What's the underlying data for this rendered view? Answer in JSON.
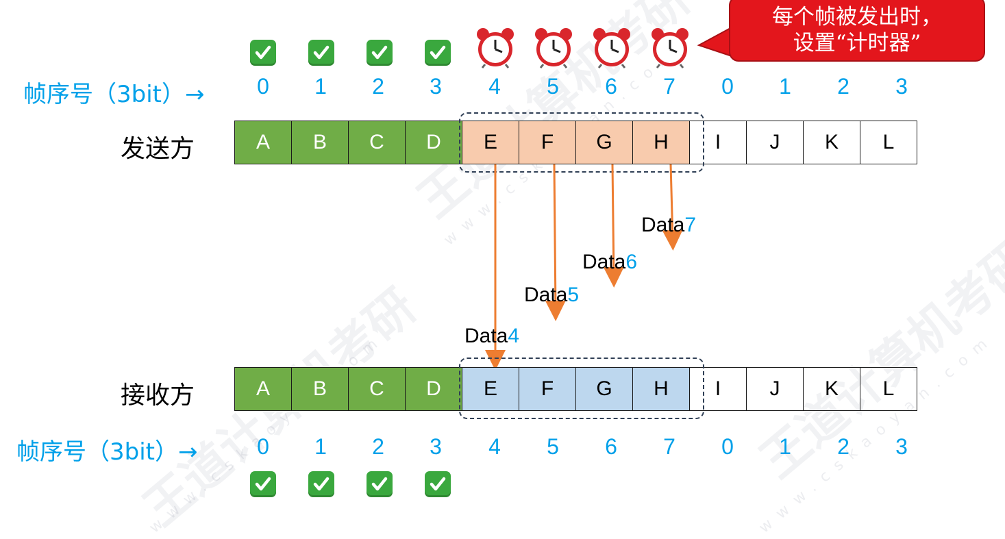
{
  "callout": {
    "line1": "每个帧被发出时，",
    "line2": "设置“计时器”"
  },
  "sender": {
    "seq_label": "帧序号（3bit）→",
    "side_label": "发送方",
    "numbers": [
      "0",
      "1",
      "2",
      "3",
      "4",
      "5",
      "6",
      "7",
      "0",
      "1",
      "2",
      "3"
    ],
    "frames": [
      "A",
      "B",
      "C",
      "D",
      "E",
      "F",
      "G",
      "H",
      "I",
      "J",
      "K",
      "L"
    ],
    "states": [
      "acked",
      "acked",
      "acked",
      "acked",
      "sent",
      "sent",
      "sent",
      "sent",
      "idle",
      "idle",
      "idle",
      "idle"
    ],
    "markers": [
      "check-icon",
      "check-icon",
      "check-icon",
      "check-icon",
      "alarm-clock-icon",
      "alarm-clock-icon",
      "alarm-clock-icon",
      "alarm-clock-icon"
    ]
  },
  "receiver": {
    "seq_label": "帧序号（3bit）→",
    "side_label": "接收方",
    "numbers": [
      "0",
      "1",
      "2",
      "3",
      "4",
      "5",
      "6",
      "7",
      "0",
      "1",
      "2",
      "3"
    ],
    "frames": [
      "A",
      "B",
      "C",
      "D",
      "E",
      "F",
      "G",
      "H",
      "I",
      "J",
      "K",
      "L"
    ],
    "states": [
      "received",
      "received",
      "received",
      "received",
      "window",
      "window",
      "window",
      "window",
      "idle",
      "idle",
      "idle",
      "idle"
    ],
    "markers": [
      "check-icon",
      "check-icon",
      "check-icon",
      "check-icon"
    ]
  },
  "transmissions": [
    {
      "word": "Data",
      "num": "4"
    },
    {
      "word": "Data",
      "num": "5"
    },
    {
      "word": "Data",
      "num": "6"
    },
    {
      "word": "Data",
      "num": "7"
    }
  ],
  "colors": {
    "acked": "#70ad47",
    "sender_window": "#f8cbad",
    "receiver_window": "#bdd7ee",
    "arrow": "#ed7d31",
    "sequence": "#00a0e9",
    "callout": "#e3161c"
  },
  "watermark": {
    "brand": "王道计算机考研",
    "site": "www.cskaoyan.com"
  }
}
